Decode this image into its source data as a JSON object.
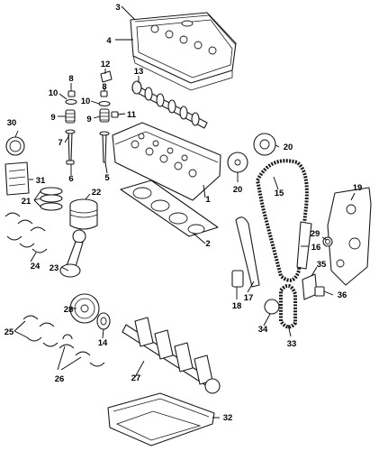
{
  "callouts": [
    {
      "id": "c1",
      "text": "1"
    },
    {
      "id": "c2",
      "text": "2"
    },
    {
      "id": "c3",
      "text": "3"
    },
    {
      "id": "c4",
      "text": "4"
    },
    {
      "id": "c5",
      "text": "5"
    },
    {
      "id": "c6",
      "text": "6"
    },
    {
      "id": "c7",
      "text": "7"
    },
    {
      "id": "c8a",
      "text": "8"
    },
    {
      "id": "c8b",
      "text": "8"
    },
    {
      "id": "c9a",
      "text": "9"
    },
    {
      "id": "c9b",
      "text": "9"
    },
    {
      "id": "c10a",
      "text": "10"
    },
    {
      "id": "c10b",
      "text": "10"
    },
    {
      "id": "c11",
      "text": "11"
    },
    {
      "id": "c12",
      "text": "12"
    },
    {
      "id": "c13",
      "text": "13"
    },
    {
      "id": "c14",
      "text": "14"
    },
    {
      "id": "c15",
      "text": "15"
    },
    {
      "id": "c16",
      "text": "16"
    },
    {
      "id": "c17",
      "text": "17"
    },
    {
      "id": "c18",
      "text": "18"
    },
    {
      "id": "c19",
      "text": "19"
    },
    {
      "id": "c20a",
      "text": "20"
    },
    {
      "id": "c20b",
      "text": "20"
    },
    {
      "id": "c21",
      "text": "21"
    },
    {
      "id": "c22",
      "text": "22"
    },
    {
      "id": "c23",
      "text": "23"
    },
    {
      "id": "c24",
      "text": "24"
    },
    {
      "id": "c25",
      "text": "25"
    },
    {
      "id": "c26",
      "text": "26"
    },
    {
      "id": "c27",
      "text": "27"
    },
    {
      "id": "c28",
      "text": "28"
    },
    {
      "id": "c29",
      "text": "29"
    },
    {
      "id": "c30",
      "text": "30"
    },
    {
      "id": "c31",
      "text": "31"
    },
    {
      "id": "c32",
      "text": "32"
    },
    {
      "id": "c33",
      "text": "33"
    },
    {
      "id": "c34",
      "text": "34"
    },
    {
      "id": "c35",
      "text": "35"
    },
    {
      "id": "c36",
      "text": "36"
    }
  ]
}
